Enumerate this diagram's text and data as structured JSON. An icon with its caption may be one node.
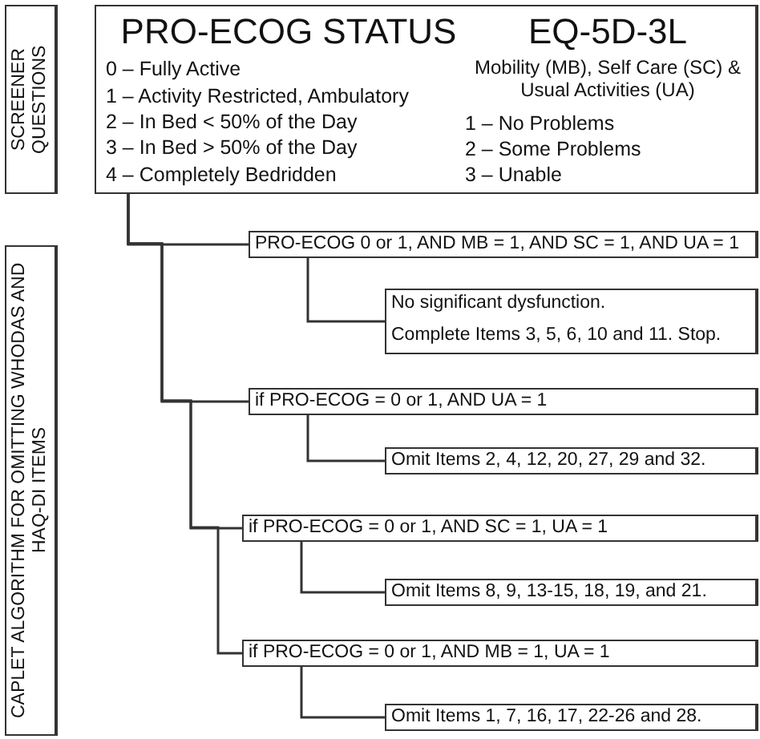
{
  "diagram": {
    "nodes": [
      {
        "text": [
          "SCREENER QUESTIONS"
        ]
      },
      {
        "text": [
          "PRO-ECOG STATUS",
          "0 – Fully Active",
          "1 – Activity Restricted, Ambulatory",
          "2 – In Bed < 50% of the Day",
          "3 – In Bed > 50% of the Day",
          "4 – Completely Bedridden",
          "EQ-5D-3L",
          "Mobility (MB), Self Care (SC) & Usual Activities (UA)",
          "1 – No Problems",
          "2 – Some Problems",
          "3 – Unable"
        ]
      },
      {
        "text": [
          "CAPLET ALGORITHM FOR OMITTING WHODAS AND HAQ-DI ITEMS"
        ]
      },
      {
        "text": [
          "PRO-ECOG 0 or 1, AND MB = 1, AND SC = 1, AND UA = 1"
        ]
      },
      {
        "text": [
          "No significant dysfunction.",
          "Complete Items 3, 5, 6, 10 and 11. Stop."
        ]
      },
      {
        "text": [
          "if PRO-ECOG = 0 or 1, AND UA = 1"
        ]
      },
      {
        "text": [
          "Omit Items 2, 4, 12, 20, 27, 29 and 32."
        ]
      },
      {
        "text": [
          "if PRO-ECOG = 0 or 1, AND SC = 1, UA = 1"
        ]
      },
      {
        "text": [
          "Omit Items 8, 9, 13-15, 18, 19, and 21."
        ]
      },
      {
        "text": [
          "if PRO-ECOG = 0 or 1, AND MB = 1, UA = 1"
        ]
      },
      {
        "text": [
          "Omit Items 1, 7, 16, 17, 22-26 and 28."
        ]
      }
    ],
    "edges": [
      {
        "from": 1,
        "to": 3,
        "arrow": "none"
      },
      {
        "from": 3,
        "to": 4,
        "arrow": "none"
      },
      {
        "from": 1,
        "to": 5,
        "arrow": "none"
      },
      {
        "from": 5,
        "to": 6,
        "arrow": "none"
      },
      {
        "from": 1,
        "to": 7,
        "arrow": "none"
      },
      {
        "from": 7,
        "to": 8,
        "arrow": "none"
      },
      {
        "from": 1,
        "to": 9,
        "arrow": "none"
      },
      {
        "from": 9,
        "to": 10,
        "arrow": "none"
      }
    ]
  }
}
